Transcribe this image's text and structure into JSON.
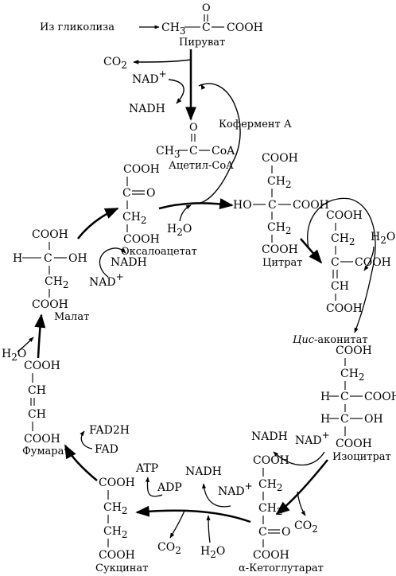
{
  "inputs": {
    "glycolysis": "Из гликолиза",
    "coenzyme_a": "Кофермент А"
  },
  "pyruvate": {
    "o": "O",
    "ch3": "CH",
    "ch3_sub": "3",
    "c": "C",
    "cooh": "COOH",
    "name": "Пируват"
  },
  "pdh_step": {
    "co2": "CO",
    "co2_sub": "2",
    "nad": "NAD",
    "nad_sup": "+",
    "nadh": "NADH"
  },
  "acetyl_coa": {
    "o": "O",
    "ch3": "CH",
    "ch3_sub": "3",
    "c": "C",
    "coa": "CoA",
    "name": "Ацетил-CoA"
  },
  "citrate": {
    "cooh_top": "COOH",
    "ch2_top": "CH",
    "ch2_sub": "2",
    "ho": "HO",
    "c": "C",
    "cooh_mid": "COOH",
    "ch2_bot": "CH",
    "cooh_bot": "COOH",
    "name": "Цитрат"
  },
  "cis_aconitate": {
    "cooh_top": "COOH",
    "ch2": "CH",
    "ch2_sub": "2",
    "c": "C",
    "cooh_mid": "COOH",
    "ch": "CH",
    "cooh_bot": "COOH",
    "water": "H",
    "water_sub": "2",
    "water_o": "O",
    "name_italic": "Цис",
    "name_rest": "-аконитат"
  },
  "isocitrate": {
    "cooh_top": "COOH",
    "ch2": "CH",
    "ch2_sub": "2",
    "h": "H",
    "c1": "C",
    "cooh_mid": "COOH",
    "h2": "H",
    "c2": "C",
    "oh": "OH",
    "cooh_bot": "COOH",
    "name": "Изоцитрат"
  },
  "idh_step": {
    "nadh": "NADH",
    "nad": "NAD",
    "nad_sup": "+",
    "co2": "CO",
    "co2_sub": "2"
  },
  "alpha_kg": {
    "cooh_top": "COOH",
    "ch2a": "CH",
    "ch2_sub": "2",
    "ch2b": "CH",
    "c": "C",
    "o": "O",
    "cooh_bot": "COOH",
    "name": "α-Кетоглутарат"
  },
  "akgdh_step": {
    "nadh": "NADH",
    "nad": "NAD",
    "nad_sup": "+",
    "atp": "ATP",
    "adp": "ADP",
    "co2": "CO",
    "co2_sub": "2",
    "h2o": "H",
    "h2o_sub": "2",
    "h2o_o": "O"
  },
  "succinate": {
    "cooh_top": "COOH",
    "ch2a": "CH",
    "ch2_sub": "2",
    "ch2b": "CH",
    "cooh_bot": "COOH",
    "name": "Сукцинат"
  },
  "sdh_step": {
    "fad2h": "FAD2H",
    "fad": "FAD"
  },
  "fumarate": {
    "water": "H",
    "water_sub": "2",
    "water_o": "O",
    "cooh_top": "COOH",
    "ch_a": "CH",
    "ch_b": "CH",
    "cooh_bot": "COOH",
    "name": "Фумарат"
  },
  "malate": {
    "cooh_top": "COOH",
    "h": "H",
    "c": "C",
    "oh": "OH",
    "ch2": "CH",
    "ch2_sub": "2",
    "cooh_bot": "COOH",
    "name": "Малат"
  },
  "mdh_step": {
    "nadh": "NADH",
    "nad": "NAD",
    "nad_sup": "+"
  },
  "oxaloacetate": {
    "cooh_top": "COOH",
    "c": "C",
    "o": "O",
    "ch2": "CH",
    "ch2_sub": "2",
    "cooh_bot": "COOH",
    "name": "Оксалоацетат"
  },
  "cs_step": {
    "h2o": "H",
    "h2o_sub": "2",
    "h2o_o": "O"
  }
}
